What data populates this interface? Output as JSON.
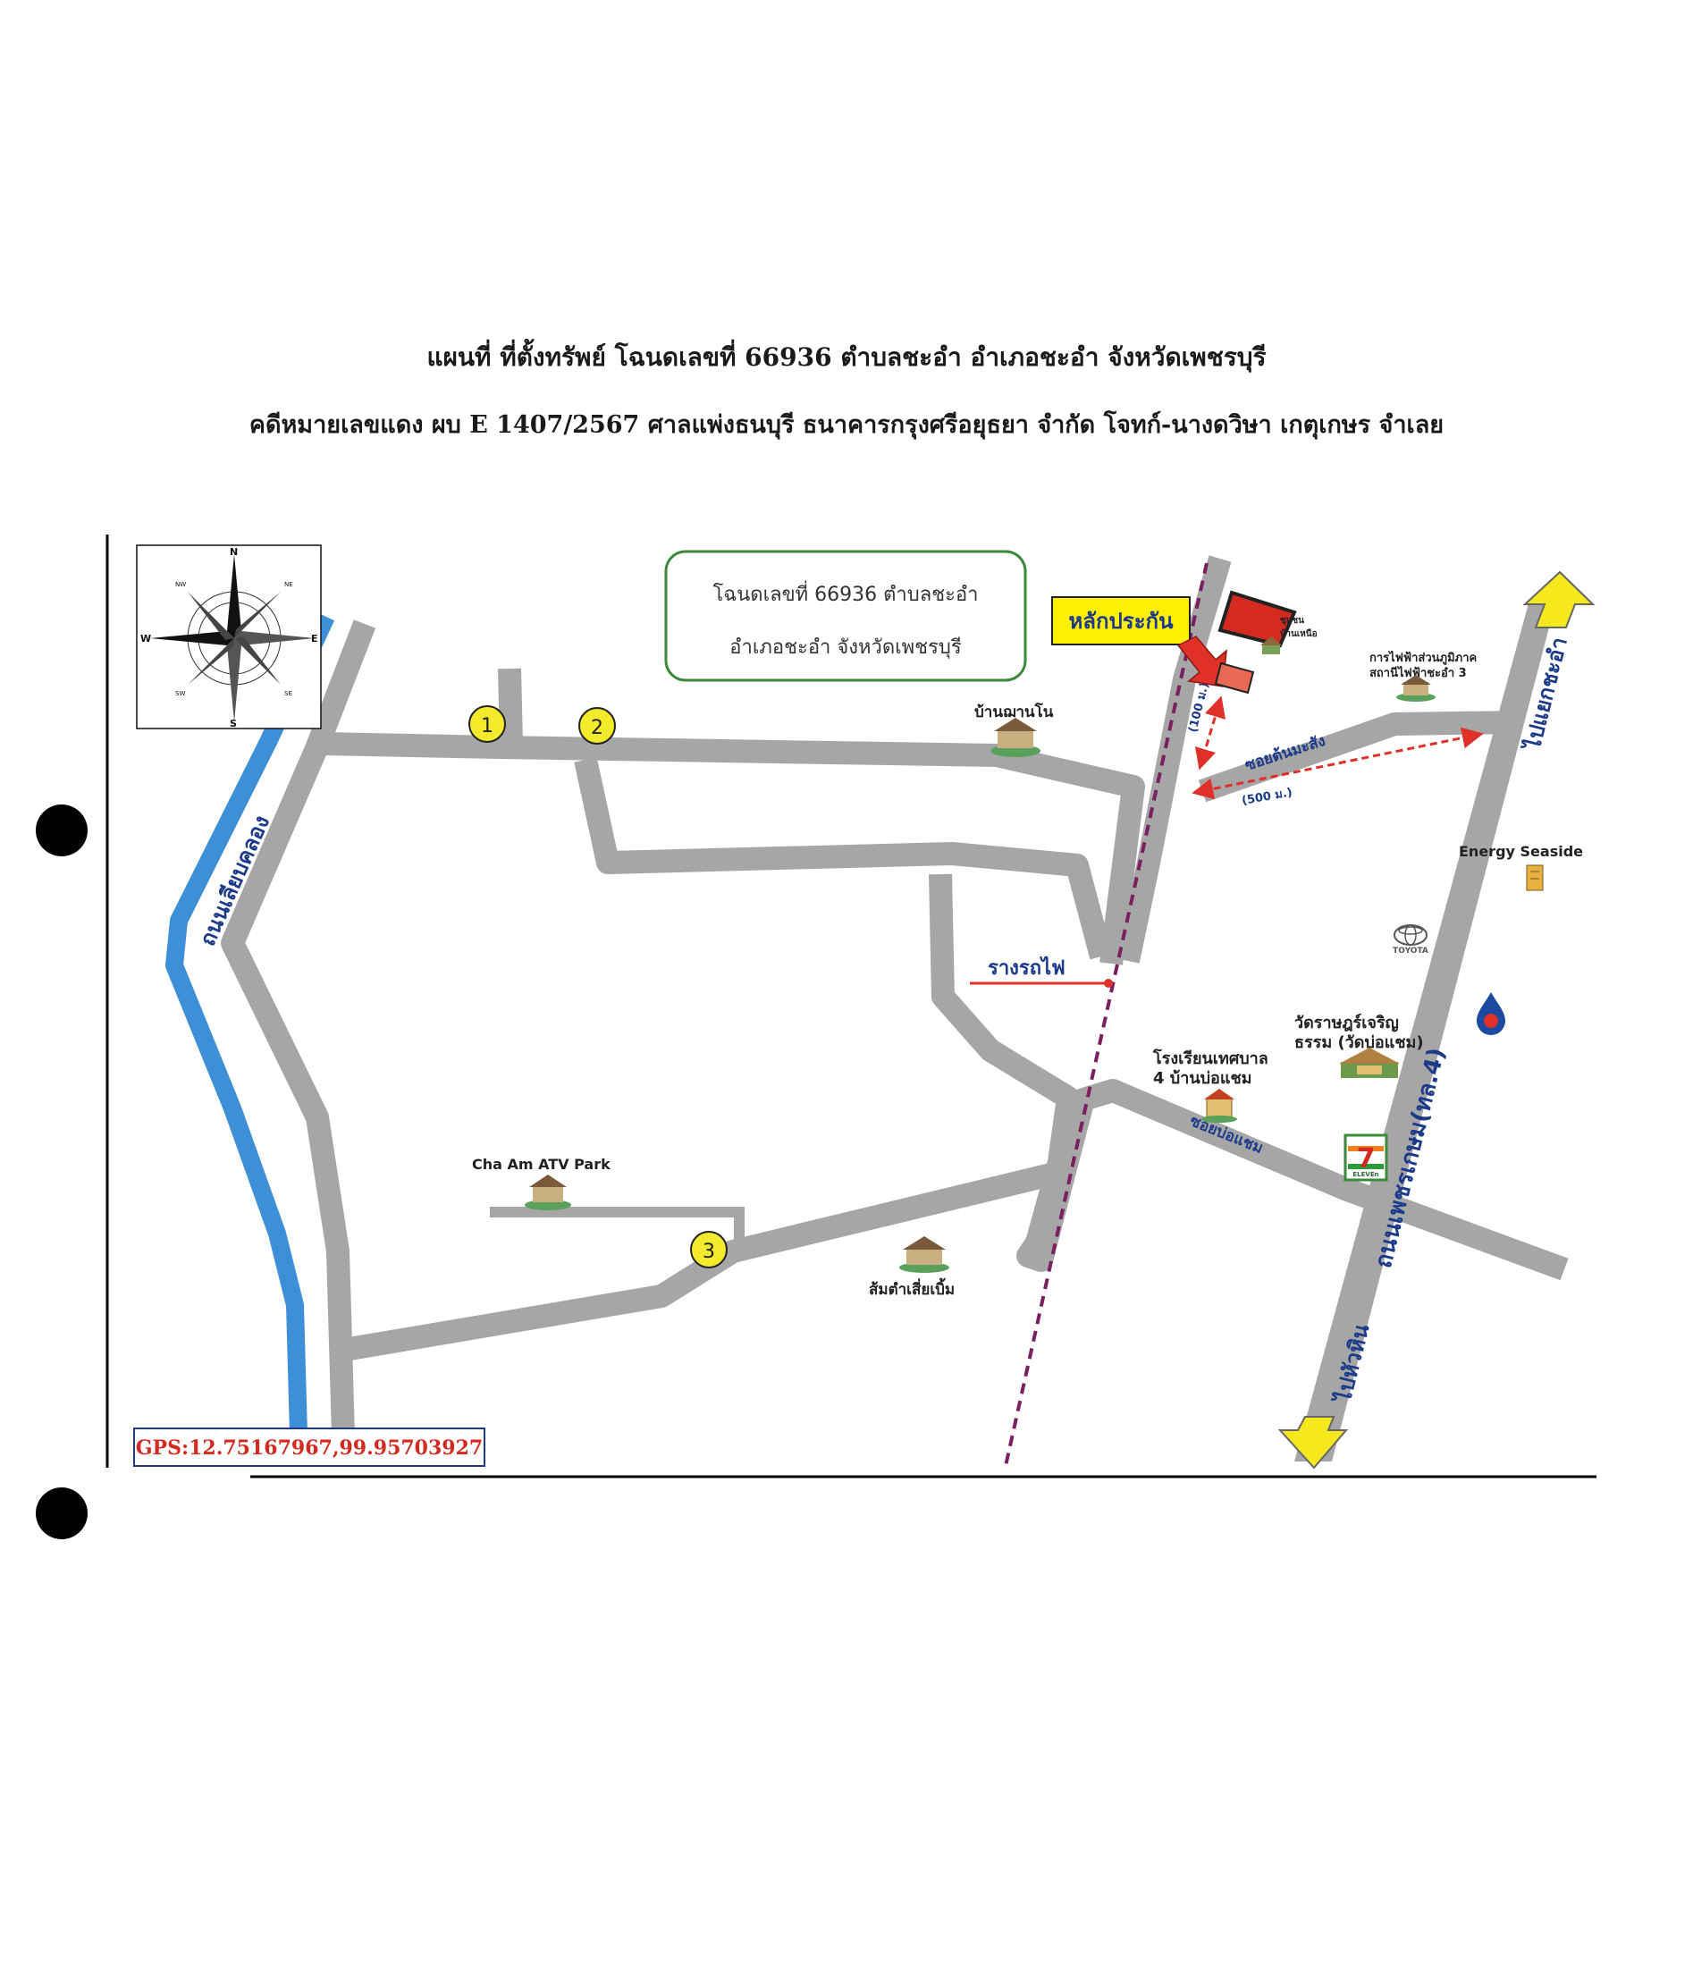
{
  "header": {
    "title_line1": "แผนที่ ที่ตั้งทรัพย์ โฉนดเลขที่ 66936 ตำบลชะอำ อำเภอชะอำ จังหวัดเพชรบุรี",
    "title_line2": "คดีหมายเลขแดง ผบ E 1407/2567 ศาลแพ่งธนบุรี ธนาคารกรุงศรีอยุธยา จำกัด โจทก์-นางดวิษา เกตุเกษร จำเลย"
  },
  "info_box": {
    "line1": "โฉนดเลขที่ 66936 ตำบลชะอำ",
    "line2": "อำเภอชะอำ จังหวัดเพชรบุรี"
  },
  "compass": {
    "n": "N",
    "s": "S",
    "e": "E",
    "w": "W",
    "ne": "NE",
    "nw": "NW",
    "se": "SE",
    "sw": "SW"
  },
  "collateral_label": "หลักประกัน",
  "gps": "GPS:12.75167967,99.95703927",
  "roads": {
    "canal_road": "ถนนเลียบคลอง",
    "soi_tonmasang": "ซอยต้นมะสัง",
    "soi_bor_chaem": "ซอยบ่อแชม",
    "petchkasem": "ถนนเพชรเกษม(ทล.4)",
    "to_cha_am": "ไปแยกชะอำ",
    "to_hua_hin": "ไปหัวหิน",
    "railway": "รางรถไฟ"
  },
  "distances": {
    "d100": "(100 ม.)",
    "d500": "(500 ม.)"
  },
  "markers": [
    "1",
    "2",
    "3"
  ],
  "places": {
    "baan_manano": "บ้านฌานโน",
    "pea_line1": "การไฟฟ้าส่วนภูมิภาค",
    "pea_line2": "สถานีไฟฟ้าชะอำ 3",
    "energy_seaside": "Energy Seaside",
    "toyota": "TOYOTA",
    "wat_line1": "วัดราษฎร์เจริญ",
    "wat_line2": "ธรรม (วัดบ่อแชม)",
    "school_line1": "โรงเรียนเทศบาล",
    "school_line2": "4 บ้านบ่อแชม",
    "seven_eleven": "7",
    "seven_eleven_sub": "ELEVEn",
    "atv_park": "Cha Am ATV Park",
    "somtam": "ส้มตำเสี่ยเบิ้ม",
    "community_line1": "ชุมชน",
    "community_line2": "บ้านเหนือ"
  },
  "colors": {
    "road": "#a6a6a6",
    "canal": "#3d8fd8",
    "railway": "#7a2060",
    "collateral": "#d42a1f",
    "label_yellow": "#ffef00",
    "arrow_yellow": "#f5e81c",
    "marker_yellow": "#f2ea2a",
    "info_border": "#3a8a3a",
    "gps_red": "#d42a1f",
    "gps_border": "#1c3a8a"
  }
}
